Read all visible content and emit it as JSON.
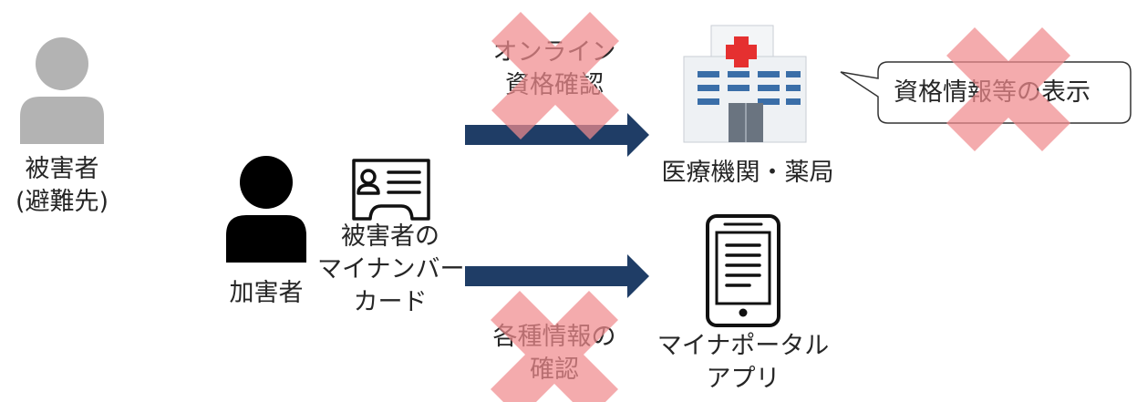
{
  "colors": {
    "arrow": "#1f3d66",
    "person_victim": "#b3b3b3",
    "person_attacker": "#000000",
    "cross": "#f08a8e",
    "hospital_wall": "#eef1f4",
    "hospital_window": "#3a6ea8",
    "hospital_cross": "#e53030"
  },
  "icons": {
    "victim": "person-silhouette-icon",
    "attacker": "person-silhouette-icon",
    "card": "id-card-icon",
    "hospital": "hospital-building-icon",
    "phone": "smartphone-icon",
    "cross": "cross-x-mark-icon"
  },
  "victim": {
    "line1": "被害者",
    "line2": "(避難先)"
  },
  "attacker": {
    "label": "加害者"
  },
  "card": {
    "line1": "被害者の",
    "line2": "マイナンバー",
    "line3": "カード"
  },
  "hospital": {
    "label": "医療機関・薬局"
  },
  "speech_bubble": {
    "text": "資格情報等の表示"
  },
  "online_check": {
    "line1": "オンライン",
    "line2": "資格確認"
  },
  "app": {
    "line1": "マイナポータル",
    "line2": "アプリ"
  },
  "info_check": {
    "line1": "各種情報の",
    "line2": "確認"
  }
}
